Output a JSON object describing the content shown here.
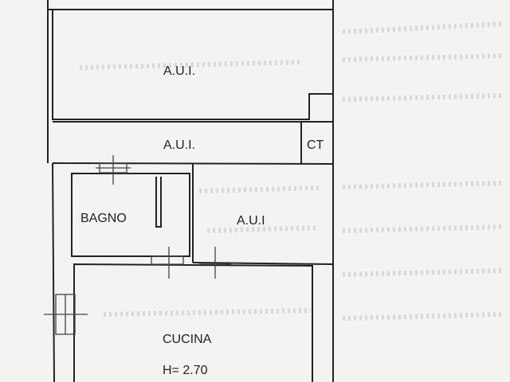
{
  "floor_plan": {
    "rooms": [
      {
        "id": "aui-top",
        "label": "A.U.I."
      },
      {
        "id": "aui-middle",
        "label": "A.U.I."
      },
      {
        "id": "ct",
        "label": "CT"
      },
      {
        "id": "bagno",
        "label": "BAGNO"
      },
      {
        "id": "aui-right",
        "label": "A.U.I"
      },
      {
        "id": "cucina",
        "label": "CUCINA"
      }
    ],
    "cucina_height": "H= 2.70"
  }
}
